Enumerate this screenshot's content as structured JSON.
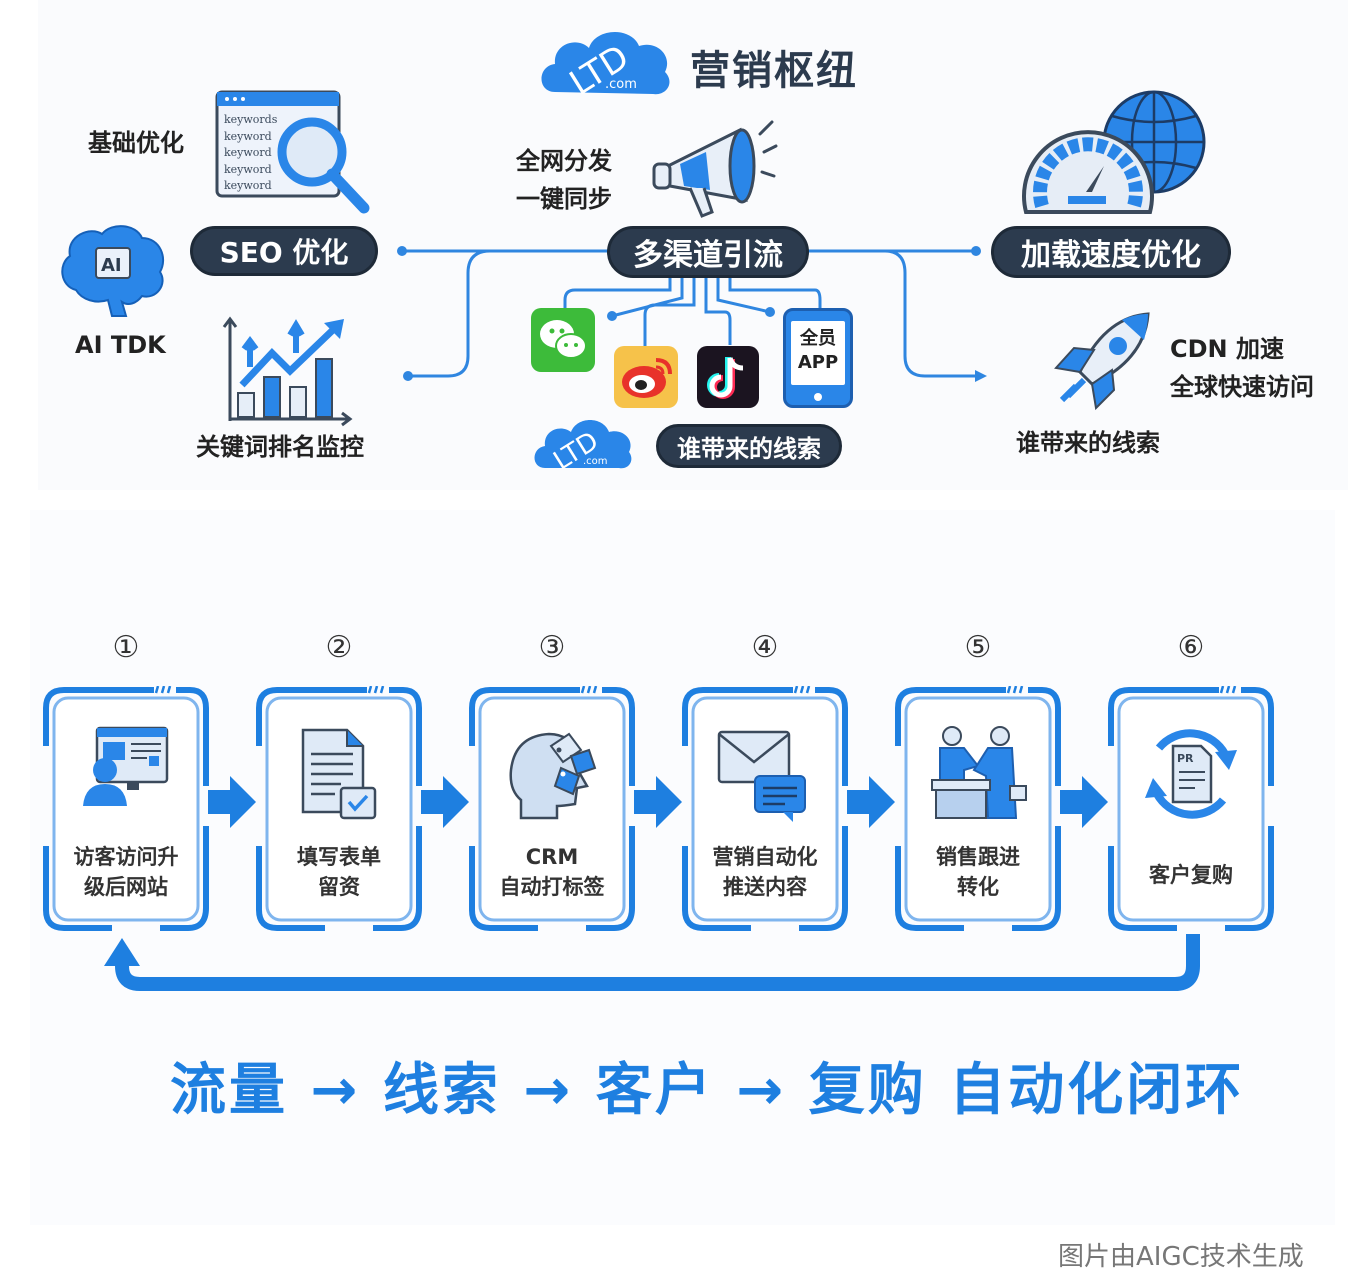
{
  "header": {
    "logo_text": "LTD",
    "logo_sub": ".com",
    "title": "营销枢纽"
  },
  "hub": {
    "center_label": "多渠道引流",
    "broadcast_caption": [
      "全网分发",
      "一键同步"
    ],
    "left": {
      "basic_opt_label": "基础优化",
      "keywords": [
        "keywords",
        "keyword",
        "keyword",
        "keyword",
        "keyword"
      ],
      "seo_label": "SEO 优化",
      "ai_icon_text": "AI",
      "ai_tdk_label": "AI TDK",
      "rank_monitor_label": "关键词排名监控"
    },
    "channels": {
      "app_line1": "全员",
      "app_line2": "APP",
      "leads_pill": "谁带来的线索",
      "logo_text": "LTD",
      "logo_sub": ".com"
    },
    "right": {
      "speed_label": "加载速度优化",
      "cdn_line1": "CDN 加速",
      "cdn_line2": "全球快速访问",
      "leads_label": "谁带来的线索"
    }
  },
  "flow": {
    "steps": [
      {
        "num": "①",
        "lines": [
          "访客访问升",
          "级后网站"
        ],
        "icon": "visitor-website-icon"
      },
      {
        "num": "②",
        "lines": [
          "填写表单",
          "留资"
        ],
        "icon": "form-document-icon"
      },
      {
        "num": "③",
        "lines": [
          "CRM",
          "自动打标签"
        ],
        "icon": "crm-tag-head-icon"
      },
      {
        "num": "④",
        "lines": [
          "营销自动化",
          "推送内容"
        ],
        "icon": "email-message-icon"
      },
      {
        "num": "⑤",
        "lines": [
          "销售跟进",
          "转化"
        ],
        "icon": "handshake-icon"
      },
      {
        "num": "⑥",
        "lines": [
          "客户复购",
          ""
        ],
        "icon": "repurchase-cycle-icon"
      }
    ],
    "doc_icon_text": "PR",
    "slogan": "流量 → 线索 → 客户 → 复购 自动化闭环"
  },
  "footer": {
    "credit": "图片由AIGC技术生成"
  },
  "colors": {
    "accent": "#1e7fe0",
    "dark_pill": "#2c3b4e",
    "line": "#2f86e0",
    "wechat": "#3dbb3a",
    "weibo_bg": "#f6c24a",
    "tiktok_bg": "#1b1420"
  }
}
